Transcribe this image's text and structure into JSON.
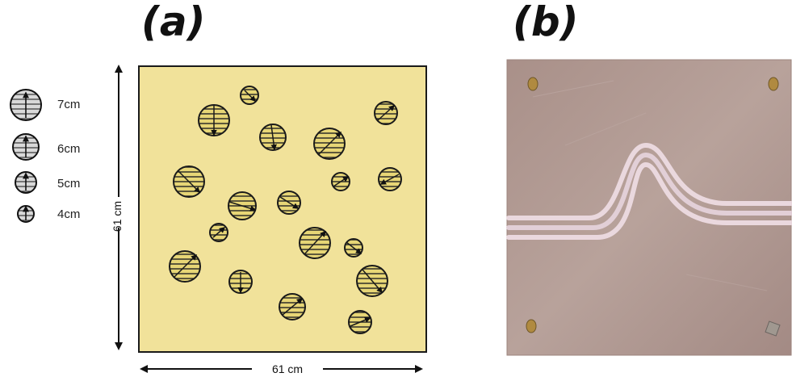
{
  "panel_a": {
    "label": "(a)",
    "legend": [
      "7cm",
      "6cm",
      "5cm",
      "4cm"
    ],
    "dimension_height": "61 cm",
    "dimension_width": "61 cm",
    "colors": {
      "board": "#f1e29a",
      "disk": "#e7d676",
      "stroke": "#1a1a1a"
    }
  },
  "panel_b": {
    "label": "(b)",
    "colors": {
      "plate": "#b39c95",
      "channel": "#e0cfd6",
      "screw": "#b08a40"
    }
  }
}
